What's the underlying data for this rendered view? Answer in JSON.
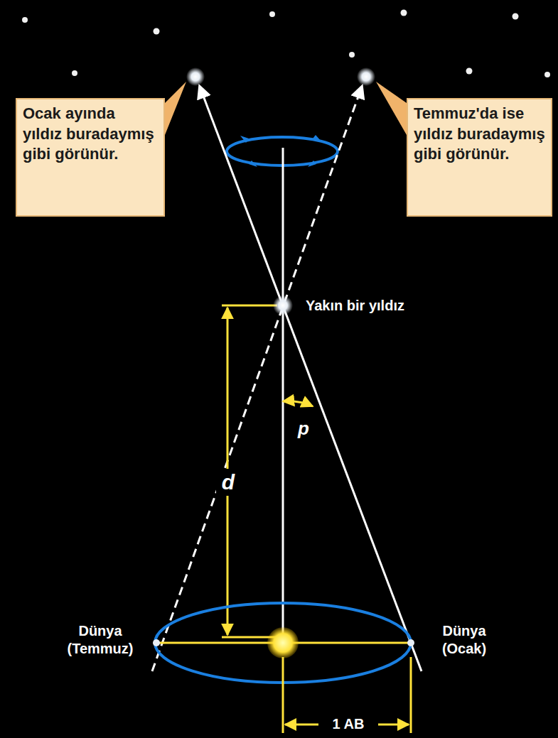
{
  "diagram": {
    "nodes": [
      {
        "text": [
          "Ocak ayında yıldız buradaymış gibi görünür."
        ]
      },
      {
        "text": [
          "Temmuz'da ise yıldız buradaymış gibi görünür."
        ]
      }
    ],
    "labels": [
      "Yakın bir yıldız",
      "p",
      "d",
      "Dünya (Temmuz)",
      "Dünya (Ocak)",
      "1 AB"
    ]
  }
}
